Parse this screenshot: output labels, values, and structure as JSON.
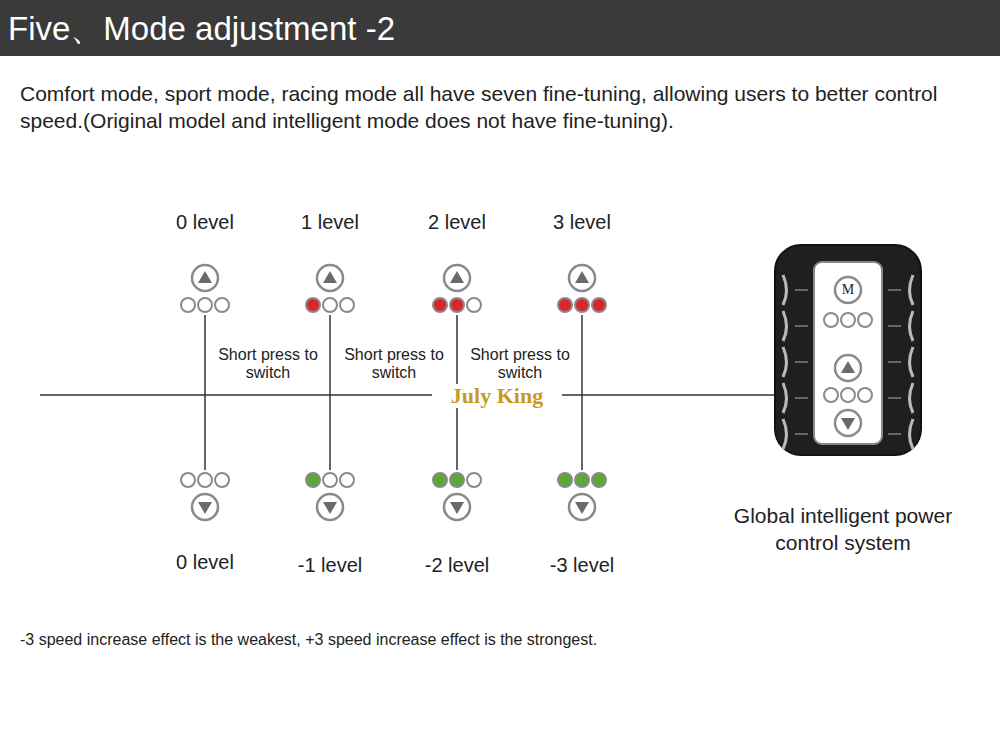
{
  "diagram": {
    "title": "Five、Mode adjustment -2",
    "nodes": [
      {
        "text": [
          "M",
          "Global intelligent power control system"
        ]
      }
    ],
    "labels": [
      "Comfort mode, sport mode, racing mode all have seven fine-tuning, allowing users to better control speed.(Original model and intelligent mode does not have fine-tuning).",
      "0 level",
      "1 level",
      "2 level",
      "3 level",
      "Short press to switch",
      "Short press to switch",
      "Short press to switch",
      "July King",
      "0 level",
      "-1 level",
      "-2 level",
      "-3 level",
      "-3 speed increase effect is the weakest, +3 speed increase effect is the strongest."
    ]
  }
}
